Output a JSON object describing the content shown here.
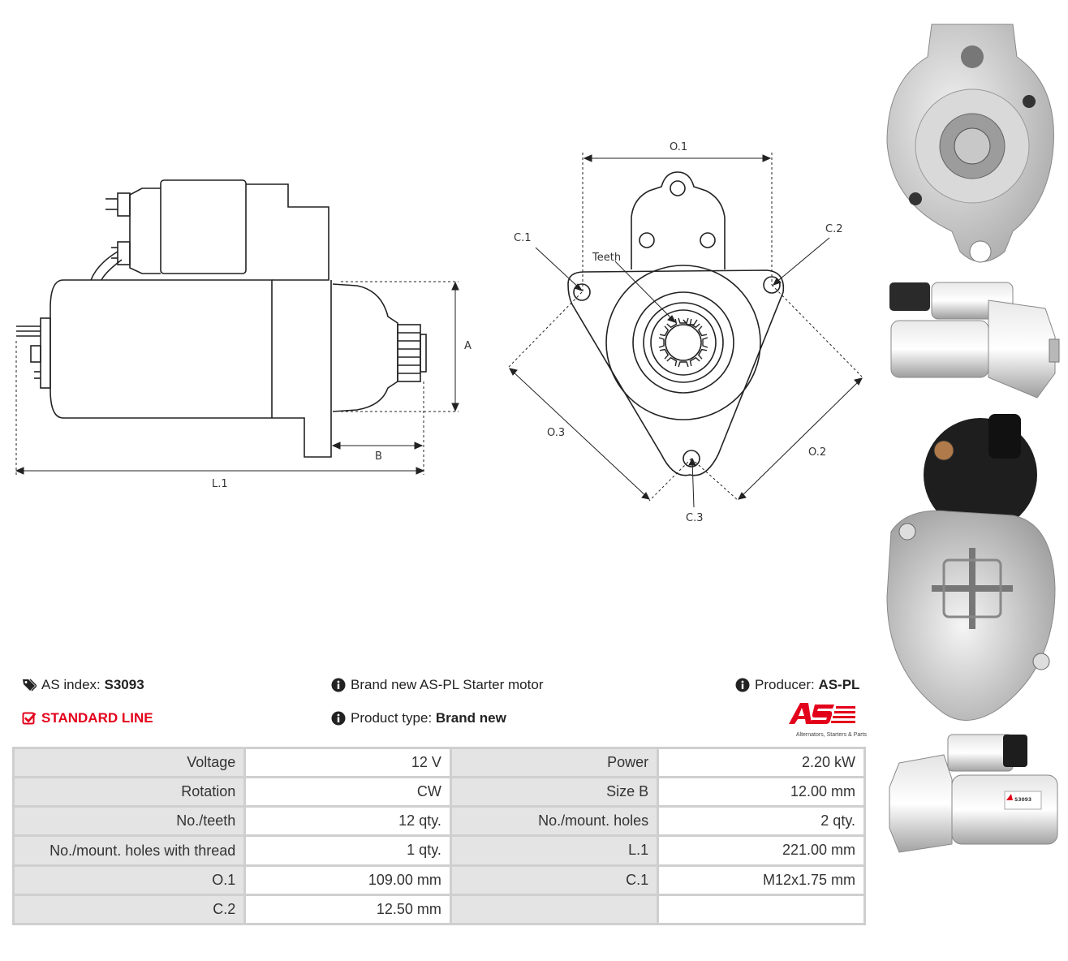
{
  "drawing": {
    "side_labels": {
      "a": "A",
      "b": "B",
      "l1": "L.1"
    },
    "front_labels": {
      "o1": "O.1",
      "o2": "O.2",
      "o3": "O.3",
      "c1": "C.1",
      "c2": "C.2",
      "c3": "C.3",
      "teeth": "Teeth"
    }
  },
  "info": {
    "index_label": "AS index:",
    "index_value": "S3093",
    "line": "STANDARD LINE",
    "description": "Brand new AS-PL Starter motor",
    "product_type_label": "Product type:",
    "product_type_value": "Brand new",
    "producer_label": "Producer:",
    "producer_value": "AS-PL"
  },
  "logo": {
    "mark": "AS",
    "tagline": "Alternators, Starters & Parts",
    "color": "#e3001b"
  },
  "specs": [
    {
      "k1": "Voltage",
      "v1": "12 V",
      "k2": "Power",
      "v2": "2.20 kW"
    },
    {
      "k1": "Rotation",
      "v1": "CW",
      "k2": "Size B",
      "v2": "12.00 mm"
    },
    {
      "k1": "No./teeth",
      "v1": "12 qty.",
      "k2": "No./mount. holes",
      "v2": "2 qty."
    },
    {
      "k1": "No./mount. holes with thread",
      "v1": "1 qty.",
      "k2": "L.1",
      "v2": "221.00 mm"
    },
    {
      "k1": "O.1",
      "v1": "109.00 mm",
      "k2": "C.1",
      "v2": "M12x1.75 mm"
    },
    {
      "k1": "C.2",
      "v1": "12.50 mm",
      "k2": "",
      "v2": ""
    }
  ],
  "photo_label": "S3093"
}
